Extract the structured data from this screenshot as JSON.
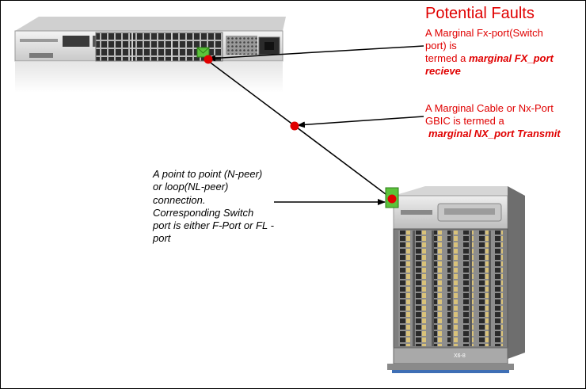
{
  "faults": {
    "title": "Potential Faults",
    "fx_lines": [
      "A Marginal Fx-port(Switch",
      "port) is",
      "termed a"
    ],
    "fx_term_1": "marginal FX_port",
    "fx_term_2": "recieve",
    "nx_lines": [
      "A Marginal Cable or Nx-Port",
      "GBIC is termed a"
    ],
    "nx_term": "marginal NX_port Transmit"
  },
  "connection_note": {
    "lines": [
      "A point to point (N-peer)",
      "or loop(NL-peer)",
      "connection.",
      "Corresponding Switch",
      "port is either F-Port or FL -",
      "port"
    ]
  },
  "chassis_label": "X6-8",
  "colors": {
    "fault_text": "#e00000",
    "fault_dot": "#e00000",
    "port_marker": "#5cc23a",
    "arrow": "#000000"
  }
}
